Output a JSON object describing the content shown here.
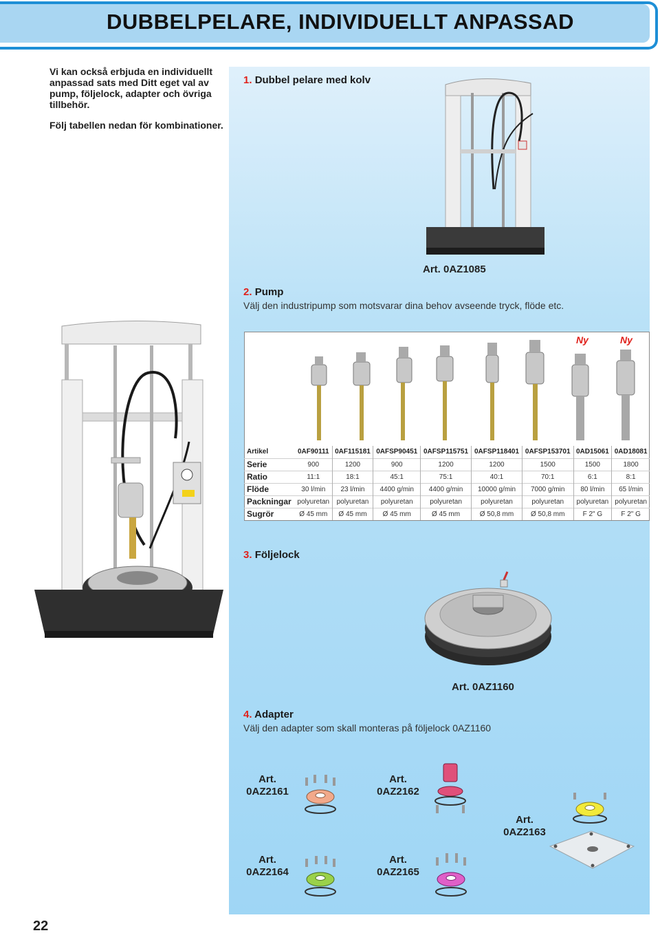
{
  "page": {
    "title": "DUBBELPELARE, INDIVIDUELLT ANPASSAD",
    "page_number": "22"
  },
  "intro": {
    "p1": "Vi kan också erbjuda en individuellt anpassad sats med Ditt eget val av pump, följelock, adapter och övriga tillbehör.",
    "p2": "Följ tabellen nedan för kombinationer."
  },
  "steps": {
    "s1": {
      "num": "1.",
      "label": "Dubbel pelare med kolv",
      "art": "Art. 0AZ1085"
    },
    "s2": {
      "num": "2.",
      "label": "Pump",
      "desc": "Välj den industripump som motsvarar dina behov avseende tryck, flöde etc."
    },
    "s3": {
      "num": "3.",
      "label": "Följelock",
      "art": "Art. 0AZ1160"
    },
    "s4": {
      "num": "4.",
      "label": "Adapter",
      "desc": "Välj den adapter som skall monteras på följelock 0AZ1160"
    }
  },
  "new_tag": "Ny",
  "pump_table": {
    "row_labels": [
      "Artikel",
      "Serie",
      "Ratio",
      "Flöde",
      "Packningar",
      "Sugrör"
    ],
    "columns": [
      [
        "0AF90111",
        "900",
        "11:1",
        "30 l/min",
        "polyuretan",
        "Ø 45 mm"
      ],
      [
        "0AF115181",
        "1200",
        "18:1",
        "23 l/min",
        "polyuretan",
        "Ø 45 mm"
      ],
      [
        "0AFSP90451",
        "900",
        "45:1",
        "4400 g/min",
        "polyuretan",
        "Ø 45 mm"
      ],
      [
        "0AFSP115751",
        "1200",
        "75:1",
        "4400 g/min",
        "polyuretan",
        "Ø 45 mm"
      ],
      [
        "0AFSP118401",
        "1200",
        "40:1",
        "10000 g/min",
        "polyuretan",
        "Ø 50,8 mm"
      ],
      [
        "0AFSP153701",
        "1500",
        "70:1",
        "7000 g/min",
        "polyuretan",
        "Ø 50,8 mm"
      ],
      [
        "0AD15061",
        "1500",
        "6:1",
        "80 l/min",
        "polyuretan",
        "F 2\" G"
      ],
      [
        "0AD18081",
        "1800",
        "8:1",
        "65 l/min",
        "polyuretan",
        "F 2\" G"
      ]
    ]
  },
  "adapters": {
    "a2161": {
      "art": "Art.",
      "code": "0AZ2161"
    },
    "a2162": {
      "art": "Art.",
      "code": "0AZ2162"
    },
    "a2163": {
      "art": "Art.",
      "code": "0AZ2163"
    },
    "a2164": {
      "art": "Art.",
      "code": "0AZ2164"
    },
    "a2165": {
      "art": "Art.",
      "code": "0AZ2165"
    }
  },
  "colors": {
    "accent_blue": "#1e8fd6",
    "header_fill": "#a9d6f2",
    "step_number_red": "#e0211b",
    "adapter_2161": "#f2a98a",
    "adapter_2162": "#e0507a",
    "adapter_2163": "#f2ea3a",
    "adapter_2164": "#9ad14a",
    "adapter_2165": "#e060c8"
  }
}
